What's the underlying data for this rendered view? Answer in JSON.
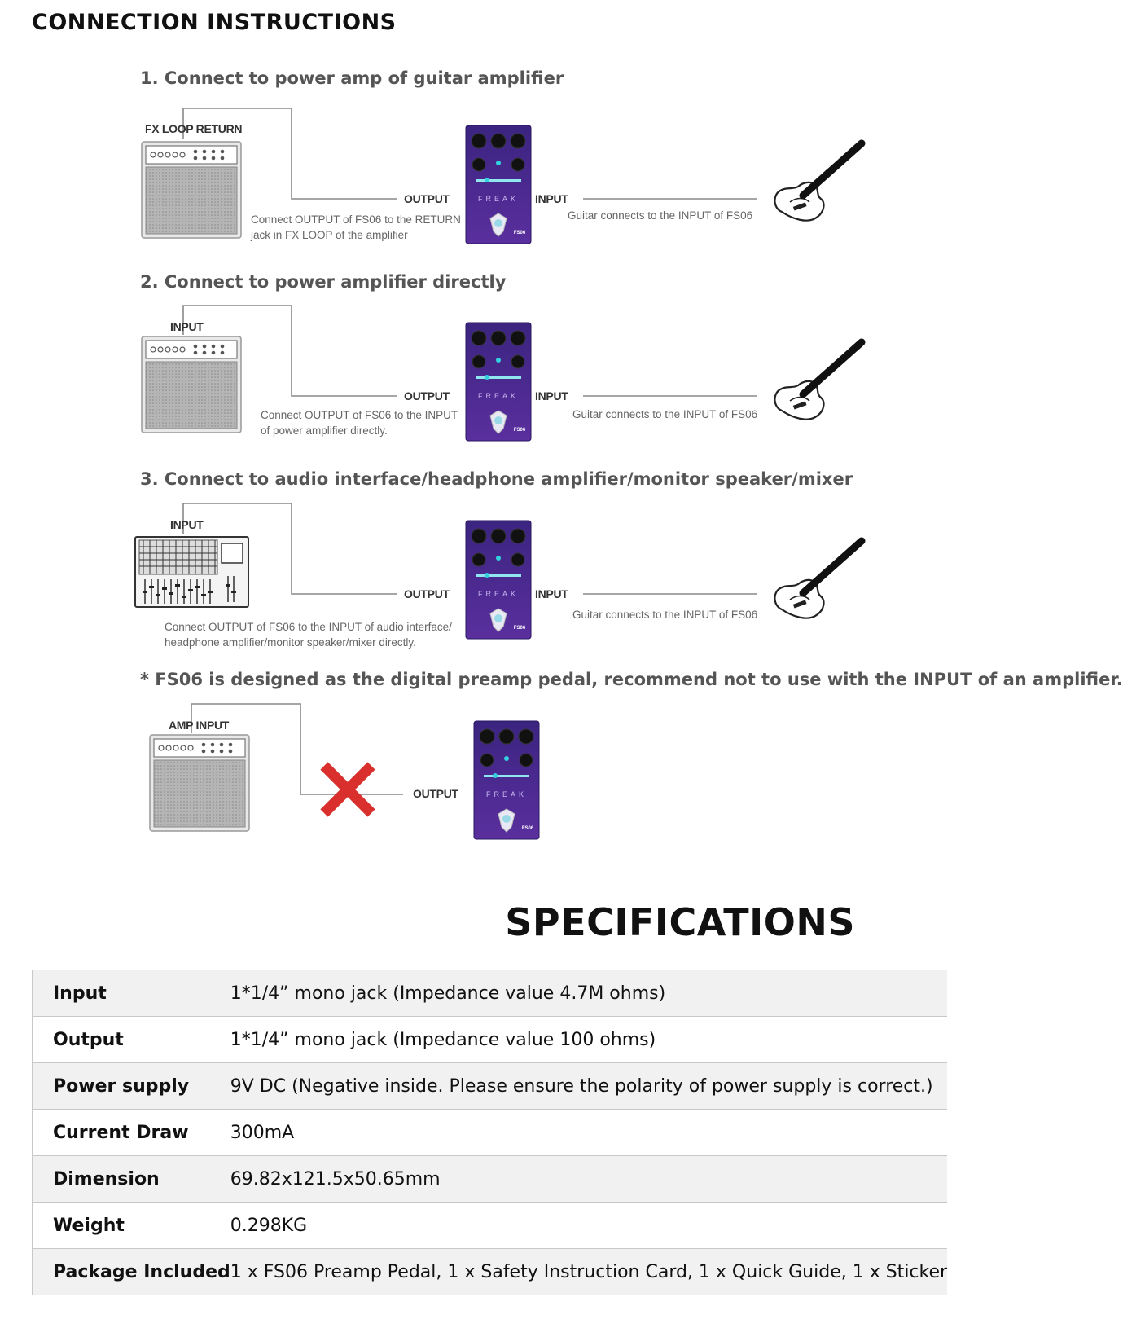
{
  "heading": "CONNECTION INSTRUCTIONS",
  "steps": [
    {
      "title": "1. Connect to power amp of guitar amplifier",
      "device_label": "FX LOOP RETURN",
      "output_label": "OUTPUT",
      "input_label": "INPUT",
      "caption_lines": [
        "Connect OUTPUT of FS06 to the RETURN",
        "jack in FX LOOP of the amplifier"
      ],
      "guitar_caption": "Guitar connects to the INPUT of FS06"
    },
    {
      "title": "2. Connect to power amplifier directly",
      "device_label": "INPUT",
      "output_label": "OUTPUT",
      "input_label": "INPUT",
      "caption_lines": [
        "Connect OUTPUT of FS06 to the INPUT",
        "of power amplifier directly."
      ],
      "guitar_caption": "Guitar connects to the INPUT of FS06"
    },
    {
      "title": "3. Connect to audio interface/headphone amplifier/monitor speaker/mixer",
      "device_label": "INPUT",
      "output_label": "OUTPUT",
      "input_label": "INPUT",
      "caption_lines": [
        "Connect OUTPUT of FS06 to the INPUT of audio interface/",
        "headphone amplifier/monitor speaker/mixer directly."
      ],
      "guitar_caption": "Guitar connects to the INPUT of FS06"
    }
  ],
  "warning": {
    "text": "* FS06 is designed as the digital preamp pedal, recommend not to use with the INPUT of an amplifier.",
    "device_label": "AMP INPUT",
    "output_label": "OUTPUT"
  },
  "colors": {
    "pedal": "#4a2a8c",
    "cross": "#d9302e",
    "line": "#888888"
  },
  "icons": {
    "amp": "guitar-amp-icon",
    "mixer": "mixer-icon",
    "pedal": "preamp-pedal-icon",
    "guitar": "electric-guitar-icon",
    "cross": "cross-mark-icon"
  },
  "specifications": {
    "title": "SPECIFICATIONS",
    "rows": [
      {
        "key": "Input",
        "value": "1*1/4” mono jack (Impedance value 4.7M ohms)"
      },
      {
        "key": "Output",
        "value": "1*1/4” mono jack (Impedance value 100 ohms)"
      },
      {
        "key": "Power supply",
        "value": "9V DC (Negative inside. Please ensure the polarity of power supply is correct.)"
      },
      {
        "key": "Current Draw",
        "value": "300mA"
      },
      {
        "key": "Dimension",
        "value": "69.82x121.5x50.65mm"
      },
      {
        "key": "Weight",
        "value": "0.298KG"
      },
      {
        "key": "Package Included",
        "value": "1 x FS06 Preamp Pedal, 1 x Safety Instruction Card, 1 x Quick Guide, 1 x Sticker"
      }
    ]
  }
}
